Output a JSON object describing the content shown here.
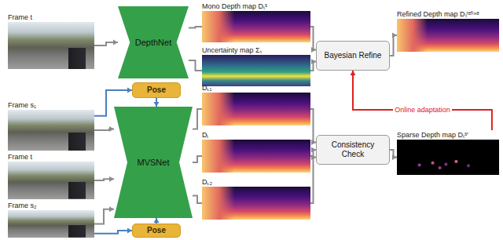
{
  "diagram": {
    "nodes": [
      {
        "text": [
          "Frame t"
        ]
      },
      {
        "text": [
          "DepthNet"
        ]
      },
      {
        "text": [
          "Mono Depth map Dₜˢ"
        ]
      },
      {
        "text": [
          "Uncertainty map Σₜ"
        ]
      },
      {
        "text": [
          "Bayesian Refine"
        ]
      },
      {
        "text": [
          "Refined Depth map Dₜʳᵉᶠⁱⁿᵉ"
        ]
      },
      {
        "text": [
          "Frame s₁"
        ]
      },
      {
        "text": [
          "Frame t"
        ]
      },
      {
        "text": [
          "Frame s₂"
        ]
      },
      {
        "text": [
          "Pose"
        ]
      },
      {
        "text": [
          "MVSNet"
        ]
      },
      {
        "text": [
          "Pose"
        ]
      },
      {
        "text": [
          "Dₛ₁"
        ]
      },
      {
        "text": [
          "Dₜ"
        ]
      },
      {
        "text": [
          "Dₛ₂"
        ]
      },
      {
        "text": [
          "Consistency Check"
        ]
      },
      {
        "text": [
          "Sparse Depth map Dₜˢ'"
        ]
      }
    ],
    "edges": [
      {
        "from": 0,
        "to": 1,
        "arrow": "to"
      },
      {
        "from": 1,
        "to": 2,
        "arrow": "none"
      },
      {
        "from": 1,
        "to": 3,
        "arrow": "none"
      },
      {
        "from": 2,
        "to": 4,
        "arrow": "to"
      },
      {
        "from": 3,
        "to": 4,
        "arrow": "to"
      },
      {
        "from": 4,
        "to": 5,
        "arrow": "to"
      },
      {
        "from": 6,
        "to": 10,
        "arrow": "to"
      },
      {
        "from": 7,
        "to": 10,
        "arrow": "to"
      },
      {
        "from": 8,
        "to": 10,
        "arrow": "to"
      },
      {
        "from": 6,
        "to": 9,
        "arrow": "to"
      },
      {
        "from": 9,
        "to": 10,
        "arrow": "to"
      },
      {
        "from": 8,
        "to": 11,
        "arrow": "to"
      },
      {
        "from": 11,
        "to": 10,
        "arrow": "to"
      },
      {
        "from": 10,
        "to": 12,
        "arrow": "none"
      },
      {
        "from": 10,
        "to": 13,
        "arrow": "none"
      },
      {
        "from": 10,
        "to": 14,
        "arrow": "none"
      },
      {
        "from": 12,
        "to": 15,
        "arrow": "to"
      },
      {
        "from": 13,
        "to": 15,
        "arrow": "to"
      },
      {
        "from": 14,
        "to": 15,
        "arrow": "to"
      },
      {
        "from": 15,
        "to": 16,
        "arrow": "to"
      },
      {
        "from": 16,
        "to": 4,
        "arrow": "to",
        "label": "Online adaptation"
      }
    ]
  }
}
